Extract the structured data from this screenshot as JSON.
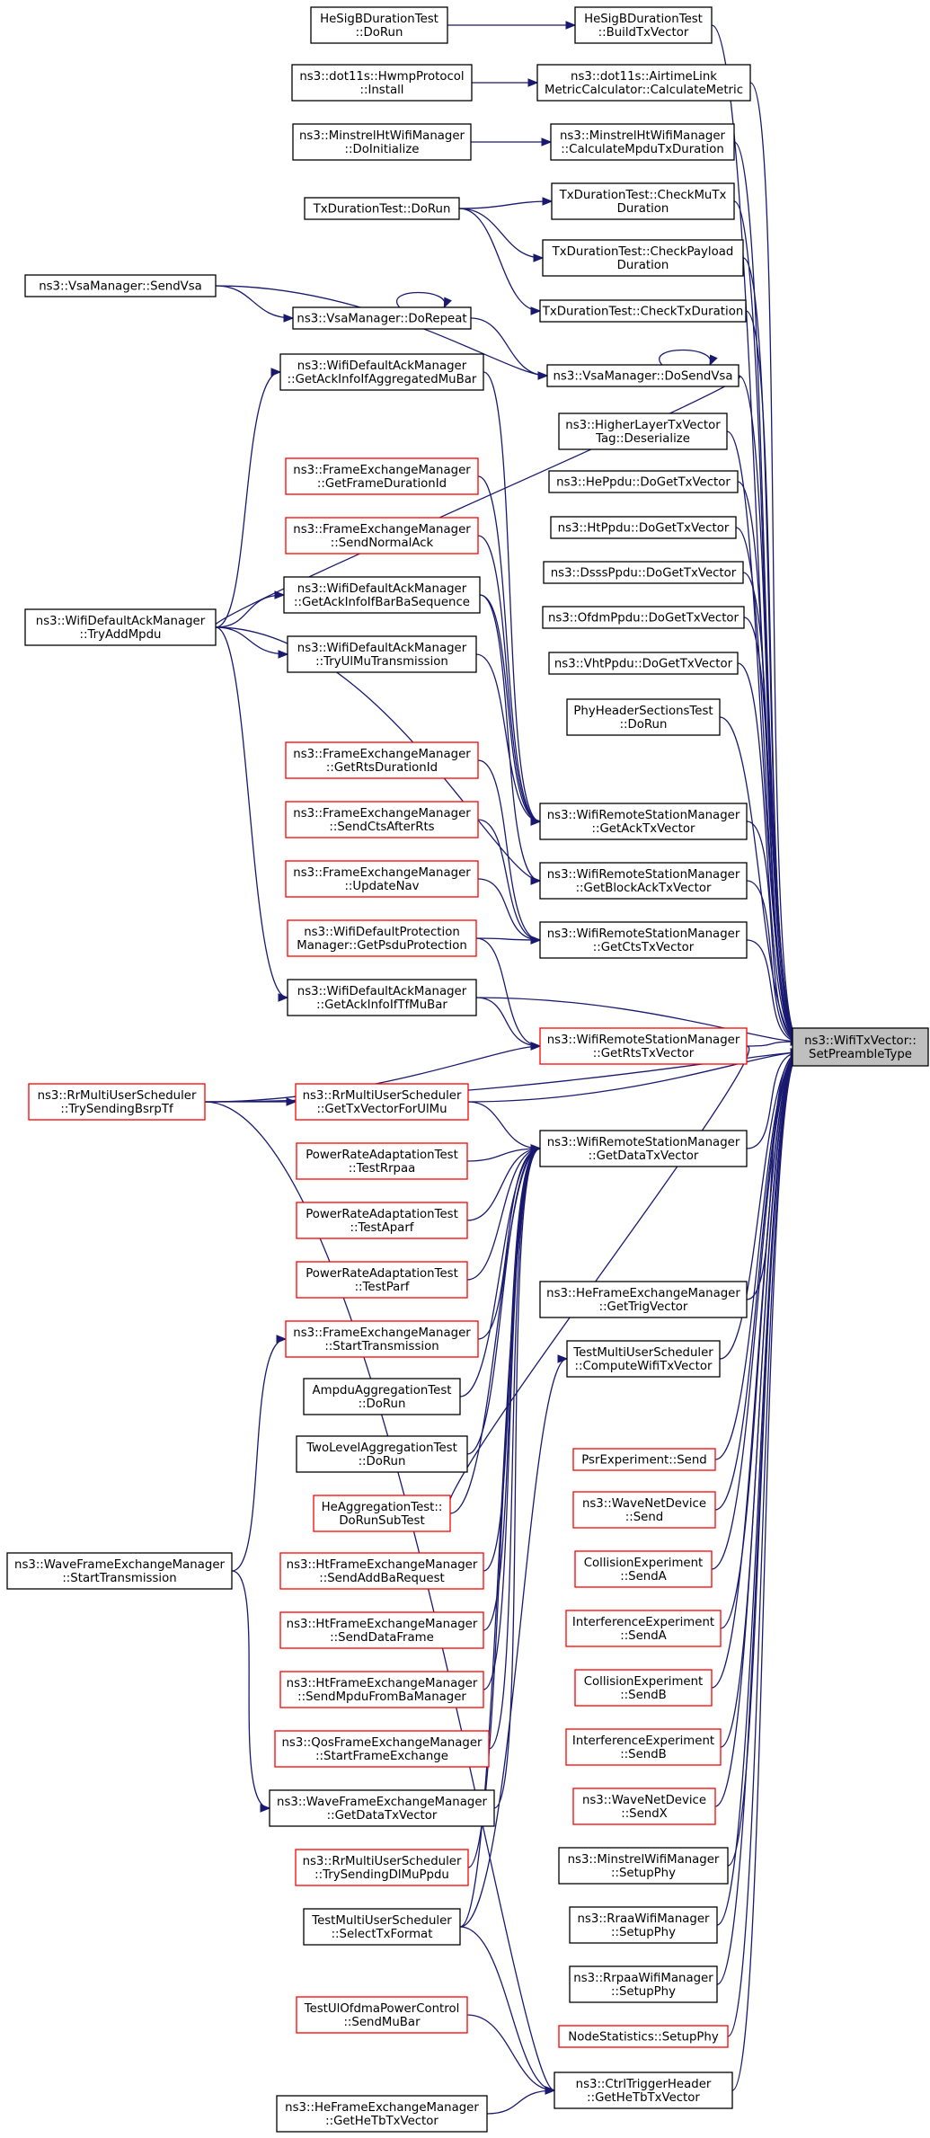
{
  "graph": {
    "target": "n_target",
    "colors": {
      "edge": "#191970",
      "red_border": "#ff0000",
      "black_border": "#000000",
      "target_fill": "#bfbfbf"
    },
    "nodes": [
      {
        "id": "n_target",
        "lines": [
          "ns3::WifiTxVector::",
          "SetPreambleType"
        ],
        "style": "target"
      },
      {
        "id": "n_hesigb_build",
        "lines": [
          "HeSigBDurationTest",
          "::BuildTxVector"
        ],
        "style": "black"
      },
      {
        "id": "n_airtime",
        "lines": [
          "ns3::dot11s::AirtimeLink",
          "MetricCalculator::CalculateMetric"
        ],
        "style": "black"
      },
      {
        "id": "n_minstrelht_calc",
        "lines": [
          "ns3::MinstrelHtWifiManager",
          "::CalculateMpduTxDuration"
        ],
        "style": "black"
      },
      {
        "id": "n_checkmutx",
        "lines": [
          "TxDurationTest::CheckMuTx",
          "Duration"
        ],
        "style": "black"
      },
      {
        "id": "n_checkpayload",
        "lines": [
          "TxDurationTest::CheckPayload",
          "Duration"
        ],
        "style": "black"
      },
      {
        "id": "n_checktx",
        "lines": [
          "TxDurationTest::CheckTxDuration"
        ],
        "style": "black"
      },
      {
        "id": "n_dosendvsa",
        "lines": [
          "ns3::VsaManager::DoSendVsa"
        ],
        "style": "black"
      },
      {
        "id": "n_higherlayer",
        "lines": [
          "ns3::HigherLayerTxVector",
          "Tag::Deserialize"
        ],
        "style": "black"
      },
      {
        "id": "n_heppdu",
        "lines": [
          "ns3::HePpdu::DoGetTxVector"
        ],
        "style": "black"
      },
      {
        "id": "n_htppdu",
        "lines": [
          "ns3::HtPpdu::DoGetTxVector"
        ],
        "style": "black"
      },
      {
        "id": "n_dsssppdu",
        "lines": [
          "ns3::DsssPpdu::DoGetTxVector"
        ],
        "style": "black"
      },
      {
        "id": "n_ofdmppdu",
        "lines": [
          "ns3::OfdmPpdu::DoGetTxVector"
        ],
        "style": "black"
      },
      {
        "id": "n_vhtppdu",
        "lines": [
          "ns3::VhtPpdu::DoGetTxVector"
        ],
        "style": "black"
      },
      {
        "id": "n_phyheader",
        "lines": [
          "PhyHeaderSectionsTest",
          "::DoRun"
        ],
        "style": "black"
      },
      {
        "id": "n_getacktx",
        "lines": [
          "ns3::WifiRemoteStationManager",
          "::GetAckTxVector"
        ],
        "style": "black"
      },
      {
        "id": "n_getblockack",
        "lines": [
          "ns3::WifiRemoteStationManager",
          "::GetBlockAckTxVector"
        ],
        "style": "black"
      },
      {
        "id": "n_getctstx",
        "lines": [
          "ns3::WifiRemoteStationManager",
          "::GetCtsTxVector"
        ],
        "style": "black"
      },
      {
        "id": "n_getrtstx",
        "lines": [
          "ns3::WifiRemoteStationManager",
          "::GetRtsTxVector"
        ],
        "style": "red"
      },
      {
        "id": "n_getdatatx",
        "lines": [
          "ns3::WifiRemoteStationManager",
          "::GetDataTxVector"
        ],
        "style": "black"
      },
      {
        "id": "n_getrigvector",
        "lines": [
          "ns3::HeFrameExchangeManager",
          "::GetTrigVector"
        ],
        "style": "black"
      },
      {
        "id": "n_computewifi",
        "lines": [
          "TestMultiUserScheduler",
          "::ComputeWifiTxVector"
        ],
        "style": "black"
      },
      {
        "id": "n_psrsend",
        "lines": [
          "PsrExperiment::Send"
        ],
        "style": "red"
      },
      {
        "id": "n_wavesend",
        "lines": [
          "ns3::WaveNetDevice",
          "::Send"
        ],
        "style": "red"
      },
      {
        "id": "n_collisionA",
        "lines": [
          "CollisionExperiment",
          "::SendA"
        ],
        "style": "red"
      },
      {
        "id": "n_interfA",
        "lines": [
          "InterferenceExperiment",
          "::SendA"
        ],
        "style": "red"
      },
      {
        "id": "n_collisionB",
        "lines": [
          "CollisionExperiment",
          "::SendB"
        ],
        "style": "red"
      },
      {
        "id": "n_interfB",
        "lines": [
          "InterferenceExperiment",
          "::SendB"
        ],
        "style": "red"
      },
      {
        "id": "n_wavesendx",
        "lines": [
          "ns3::WaveNetDevice",
          "::SendX"
        ],
        "style": "red"
      },
      {
        "id": "n_minstrelsetup",
        "lines": [
          "ns3::MinstrelWifiManager",
          "::SetupPhy"
        ],
        "style": "black"
      },
      {
        "id": "n_rraasetup",
        "lines": [
          "ns3::RraaWifiManager",
          "::SetupPhy"
        ],
        "style": "black"
      },
      {
        "id": "n_rrpaasetup",
        "lines": [
          "ns3::RrpaaWifiManager",
          "::SetupPhy"
        ],
        "style": "black"
      },
      {
        "id": "n_nodestats",
        "lines": [
          "NodeStatistics::SetupPhy"
        ],
        "style": "red"
      },
      {
        "id": "n_gethetb",
        "lines": [
          "ns3::CtrlTriggerHeader",
          "::GetHeTbTxVector"
        ],
        "style": "black"
      },
      {
        "id": "n_hesigb_dorun",
        "lines": [
          "HeSigBDurationTest",
          "::DoRun"
        ],
        "style": "black"
      },
      {
        "id": "n_hwmp",
        "lines": [
          "ns3::dot11s::HwmpProtocol",
          "::Install"
        ],
        "style": "black"
      },
      {
        "id": "n_minstrelht_init",
        "lines": [
          "ns3::MinstrelHtWifiManager",
          "::DoInitialize"
        ],
        "style": "black"
      },
      {
        "id": "n_txdur_dorun",
        "lines": [
          "TxDurationTest::DoRun"
        ],
        "style": "black"
      },
      {
        "id": "n_dorepeat",
        "lines": [
          "ns3::VsaManager::DoRepeat"
        ],
        "style": "black"
      },
      {
        "id": "n_ackaggmubar",
        "lines": [
          "ns3::WifiDefaultAckManager",
          "::GetAckInfoIfAggregatedMuBar"
        ],
        "style": "black"
      },
      {
        "id": "n_framedur",
        "lines": [
          "ns3::FrameExchangeManager",
          "::GetFrameDurationId"
        ],
        "style": "red"
      },
      {
        "id": "n_sendnormalack",
        "lines": [
          "ns3::FrameExchangeManager",
          "::SendNormalAck"
        ],
        "style": "red"
      },
      {
        "id": "n_ackbarba",
        "lines": [
          "ns3::WifiDefaultAckManager",
          "::GetAckInfoIfBarBaSequence"
        ],
        "style": "black"
      },
      {
        "id": "n_tryulmu",
        "lines": [
          "ns3::WifiDefaultAckManager",
          "::TryUlMuTransmission"
        ],
        "style": "black"
      },
      {
        "id": "n_rtsdur",
        "lines": [
          "ns3::FrameExchangeManager",
          "::GetRtsDurationId"
        ],
        "style": "red"
      },
      {
        "id": "n_sendcts",
        "lines": [
          "ns3::FrameExchangeManager",
          "::SendCtsAfterRts"
        ],
        "style": "red"
      },
      {
        "id": "n_updatenav",
        "lines": [
          "ns3::FrameExchangeManager",
          "::UpdateNav"
        ],
        "style": "red"
      },
      {
        "id": "n_psduprot",
        "lines": [
          "ns3::WifiDefaultProtection",
          "Manager::GetPsduProtection"
        ],
        "style": "red"
      },
      {
        "id": "n_acktfmubar",
        "lines": [
          "ns3::WifiDefaultAckManager",
          "::GetAckInfoIfTfMuBar"
        ],
        "style": "black"
      },
      {
        "id": "n_txvecforulmu",
        "lines": [
          "ns3::RrMultiUserScheduler",
          "::GetTxVectorForUlMu"
        ],
        "style": "red"
      },
      {
        "id": "n_testrrpaa",
        "lines": [
          "PowerRateAdaptationTest",
          "::TestRrpaa"
        ],
        "style": "red"
      },
      {
        "id": "n_testaparf",
        "lines": [
          "PowerRateAdaptationTest",
          "::TestAparf"
        ],
        "style": "red"
      },
      {
        "id": "n_testparf",
        "lines": [
          "PowerRateAdaptationTest",
          "::TestParf"
        ],
        "style": "red"
      },
      {
        "id": "n_starttx",
        "lines": [
          "ns3::FrameExchangeManager",
          "::StartTransmission"
        ],
        "style": "red"
      },
      {
        "id": "n_ampdu",
        "lines": [
          "AmpduAggregationTest",
          "::DoRun"
        ],
        "style": "black"
      },
      {
        "id": "n_twolevel",
        "lines": [
          "TwoLevelAggregationTest",
          "::DoRun"
        ],
        "style": "black"
      },
      {
        "id": "n_heagg",
        "lines": [
          "HeAggregationTest::",
          "DoRunSubTest"
        ],
        "style": "red"
      },
      {
        "id": "n_sendaddba",
        "lines": [
          "ns3::HtFrameExchangeManager",
          "::SendAddBaRequest"
        ],
        "style": "red"
      },
      {
        "id": "n_senddataframe",
        "lines": [
          "ns3::HtFrameExchangeManager",
          "::SendDataFrame"
        ],
        "style": "red"
      },
      {
        "id": "n_sendmpdu",
        "lines": [
          "ns3::HtFrameExchangeManager",
          "::SendMpduFromBaManager"
        ],
        "style": "red"
      },
      {
        "id": "n_qosstart",
        "lines": [
          "ns3::QosFrameExchangeManager",
          "::StartFrameExchange"
        ],
        "style": "red"
      },
      {
        "id": "n_wavegetdata",
        "lines": [
          "ns3::WaveFrameExchangeManager",
          "::GetDataTxVector"
        ],
        "style": "black"
      },
      {
        "id": "n_trysenddl",
        "lines": [
          "ns3::RrMultiUserScheduler",
          "::TrySendingDlMuPpdu"
        ],
        "style": "red"
      },
      {
        "id": "n_selecttx",
        "lines": [
          "TestMultiUserScheduler",
          "::SelectTxFormat"
        ],
        "style": "black"
      },
      {
        "id": "n_sendmubar",
        "lines": [
          "TestUlOfdmaPowerControl",
          "::SendMuBar"
        ],
        "style": "red"
      },
      {
        "id": "n_hefemgethetb",
        "lines": [
          "ns3::HeFrameExchangeManager",
          "::GetHeTbTxVector"
        ],
        "style": "black"
      },
      {
        "id": "n_sendvsa",
        "lines": [
          "ns3::VsaManager::SendVsa"
        ],
        "style": "black"
      },
      {
        "id": "n_tryaddmpdu",
        "lines": [
          "ns3::WifiDefaultAckManager",
          "::TryAddMpdu"
        ],
        "style": "black"
      },
      {
        "id": "n_trysendbsrp",
        "lines": [
          "ns3::RrMultiUserScheduler",
          "::TrySendingBsrpTf"
        ],
        "style": "red"
      },
      {
        "id": "n_wavestarttx",
        "lines": [
          "ns3::WaveFrameExchangeManager",
          "::StartTransmission"
        ],
        "style": "black"
      }
    ],
    "edges": [
      [
        "n_hesigb_build",
        "n_target"
      ],
      [
        "n_airtime",
        "n_target"
      ],
      [
        "n_minstrelht_calc",
        "n_target"
      ],
      [
        "n_checkmutx",
        "n_target"
      ],
      [
        "n_checkpayload",
        "n_target"
      ],
      [
        "n_checktx",
        "n_target"
      ],
      [
        "n_dosendvsa",
        "n_target"
      ],
      [
        "n_higherlayer",
        "n_target"
      ],
      [
        "n_heppdu",
        "n_target"
      ],
      [
        "n_htppdu",
        "n_target"
      ],
      [
        "n_dsssppdu",
        "n_target"
      ],
      [
        "n_ofdmppdu",
        "n_target"
      ],
      [
        "n_vhtppdu",
        "n_target"
      ],
      [
        "n_phyheader",
        "n_target"
      ],
      [
        "n_getacktx",
        "n_target"
      ],
      [
        "n_getblockack",
        "n_target"
      ],
      [
        "n_getctstx",
        "n_target"
      ],
      [
        "n_getrtstx",
        "n_target"
      ],
      [
        "n_getdatatx",
        "n_target"
      ],
      [
        "n_getrigvector",
        "n_target"
      ],
      [
        "n_computewifi",
        "n_target"
      ],
      [
        "n_psrsend",
        "n_target"
      ],
      [
        "n_wavesend",
        "n_target"
      ],
      [
        "n_collisionA",
        "n_target"
      ],
      [
        "n_interfA",
        "n_target"
      ],
      [
        "n_collisionB",
        "n_target"
      ],
      [
        "n_interfB",
        "n_target"
      ],
      [
        "n_wavesendx",
        "n_target"
      ],
      [
        "n_minstrelsetup",
        "n_target"
      ],
      [
        "n_rraasetup",
        "n_target"
      ],
      [
        "n_rrpaasetup",
        "n_target"
      ],
      [
        "n_nodestats",
        "n_target"
      ],
      [
        "n_gethetb",
        "n_target"
      ],
      [
        "n_acktfmubar",
        "n_target"
      ],
      [
        "n_txvecforulmu",
        "n_target"
      ],
      [
        "n_trysendbsrp",
        "n_target"
      ],
      [
        "n_hesigb_dorun",
        "n_hesigb_build"
      ],
      [
        "n_hwmp",
        "n_airtime"
      ],
      [
        "n_minstrelht_init",
        "n_minstrelht_calc"
      ],
      [
        "n_txdur_dorun",
        "n_checkmutx"
      ],
      [
        "n_txdur_dorun",
        "n_checkpayload"
      ],
      [
        "n_txdur_dorun",
        "n_checktx"
      ],
      [
        "n_sendvsa",
        "n_dorepeat"
      ],
      [
        "n_sendvsa",
        "n_dosendvsa"
      ],
      [
        "n_dorepeat",
        "n_dorepeat"
      ],
      [
        "n_dorepeat",
        "n_dosendvsa"
      ],
      [
        "n_dosendvsa",
        "n_dosendvsa"
      ],
      [
        "n_ackaggmubar",
        "n_getacktx"
      ],
      [
        "n_framedur",
        "n_getacktx"
      ],
      [
        "n_sendnormalack",
        "n_getacktx"
      ],
      [
        "n_ackbarba",
        "n_getacktx"
      ],
      [
        "n_ackbarba",
        "n_getblockack"
      ],
      [
        "n_tryulmu",
        "n_getacktx"
      ],
      [
        "n_rtsdur",
        "n_getctstx"
      ],
      [
        "n_sendcts",
        "n_getctstx"
      ],
      [
        "n_updatenav",
        "n_getctstx"
      ],
      [
        "n_psduprot",
        "n_getctstx"
      ],
      [
        "n_psduprot",
        "n_getrtstx"
      ],
      [
        "n_acktfmubar",
        "n_getrtstx"
      ],
      [
        "n_trysendbsrp",
        "n_getrtstx"
      ],
      [
        "n_trysendbsrp",
        "n_txvecforulmu"
      ],
      [
        "n_tryaddmpdu",
        "n_ackaggmubar"
      ],
      [
        "n_tryaddmpdu",
        "n_ackbarba"
      ],
      [
        "n_tryaddmpdu",
        "n_tryulmu"
      ],
      [
        "n_tryaddmpdu",
        "n_acktfmubar"
      ],
      [
        "n_tryaddmpdu",
        "n_getblockack"
      ],
      [
        "n_dosendvsa",
        "n_tryaddmpdu"
      ],
      [
        "n_txvecforulmu",
        "n_getdatatx"
      ],
      [
        "n_testrrpaa",
        "n_getdatatx"
      ],
      [
        "n_testaparf",
        "n_getdatatx"
      ],
      [
        "n_testparf",
        "n_getdatatx"
      ],
      [
        "n_starttx",
        "n_getdatatx"
      ],
      [
        "n_ampdu",
        "n_getdatatx"
      ],
      [
        "n_twolevel",
        "n_getdatatx"
      ],
      [
        "n_heagg",
        "n_getdatatx"
      ],
      [
        "n_sendaddba",
        "n_getdatatx"
      ],
      [
        "n_senddataframe",
        "n_getdatatx"
      ],
      [
        "n_sendmpdu",
        "n_getdatatx"
      ],
      [
        "n_qosstart",
        "n_getdatatx"
      ],
      [
        "n_wavegetdata",
        "n_getdatatx"
      ],
      [
        "n_trysenddl",
        "n_getdatatx"
      ],
      [
        "n_selecttx",
        "n_getdatatx"
      ],
      [
        "n_selecttx",
        "n_computewifi"
      ],
      [
        "n_selecttx",
        "n_gethetb"
      ],
      [
        "n_sendmubar",
        "n_gethetb"
      ],
      [
        "n_hefemgethetb",
        "n_gethetb"
      ],
      [
        "n_trysendbsrp",
        "n_gethetb"
      ],
      [
        "n_wavestarttx",
        "n_starttx"
      ],
      [
        "n_wavestarttx",
        "n_wavegetdata"
      ],
      [
        "n_getrtstx",
        "n_heagg"
      ]
    ]
  }
}
